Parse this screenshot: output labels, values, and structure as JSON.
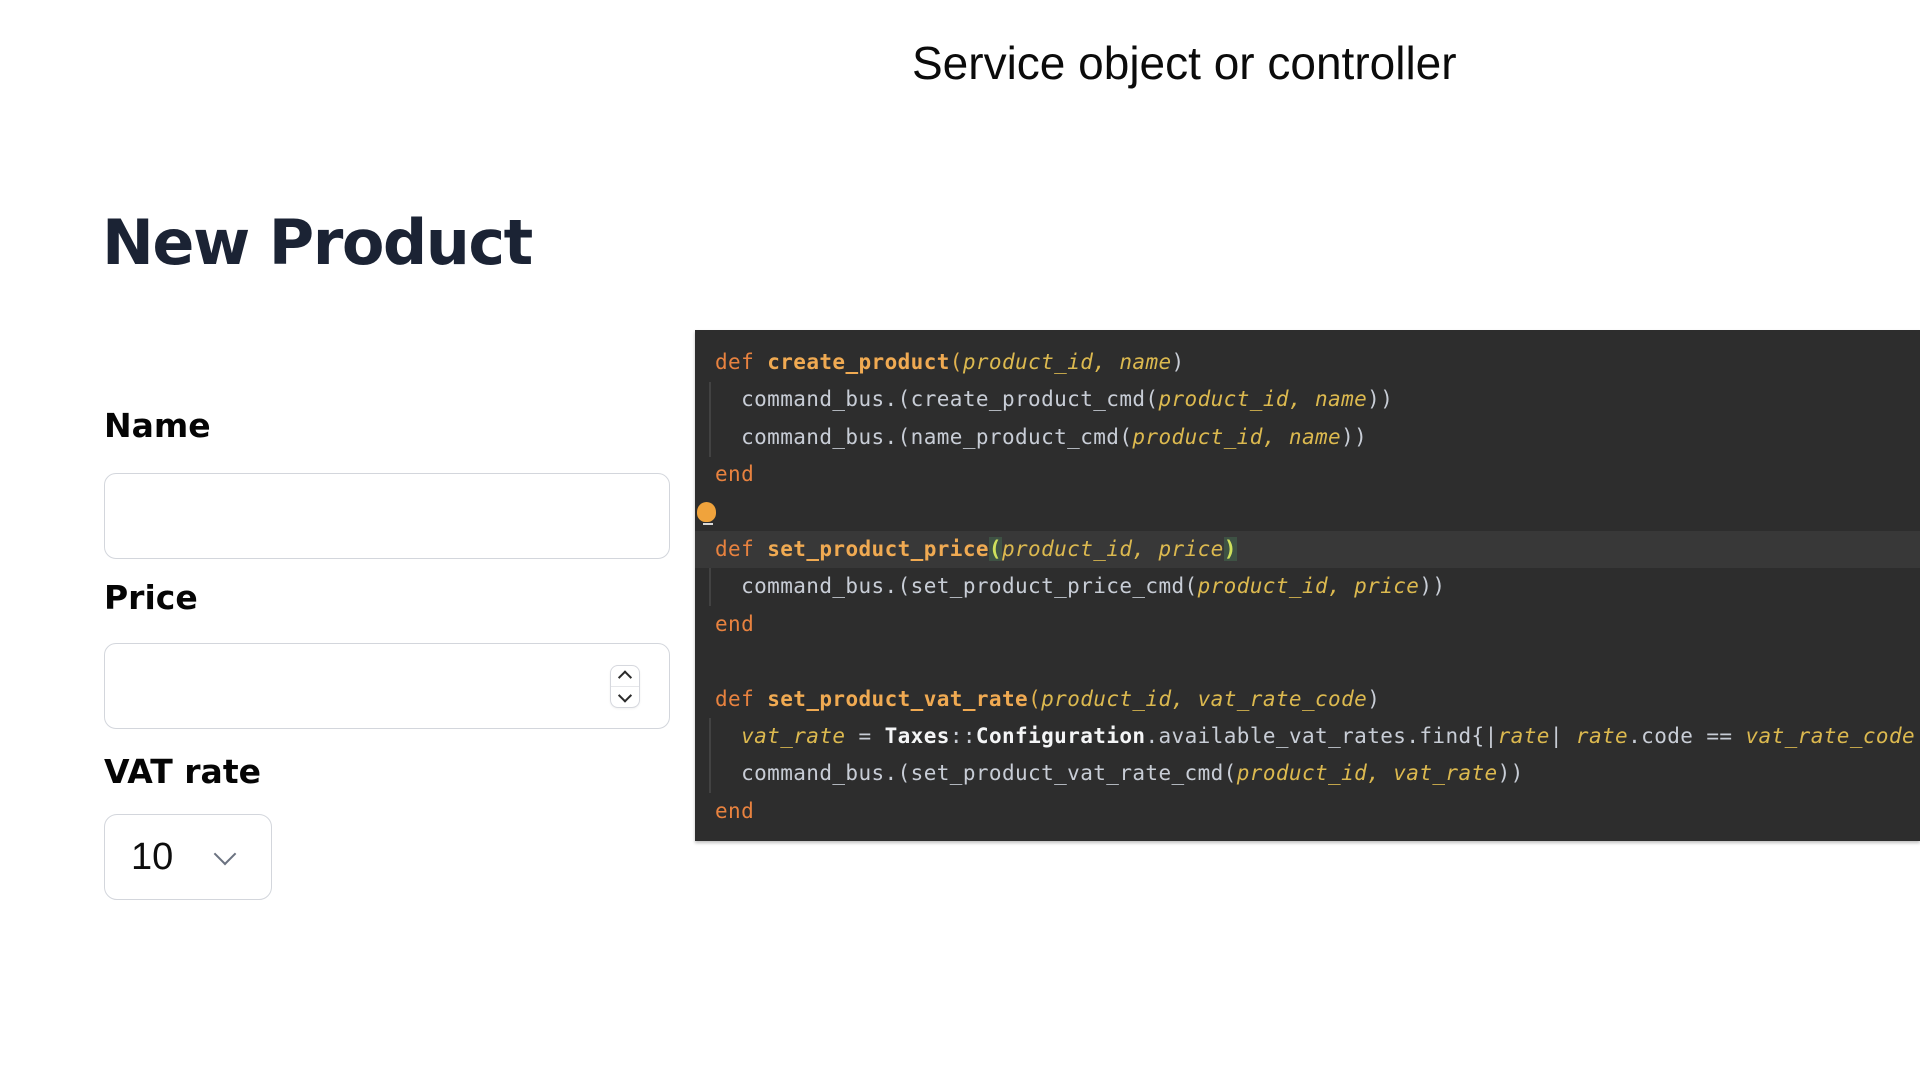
{
  "page": {
    "title": "Service object or controller"
  },
  "form": {
    "heading": "New Product",
    "name_field": {
      "label": "Name",
      "value": ""
    },
    "price_field": {
      "label": "Price",
      "value": ""
    },
    "vat_field": {
      "label": "VAT rate",
      "value": "10"
    }
  },
  "editor": {
    "language": "ruby",
    "colors": {
      "bg": "#2d2d2d",
      "current_line": "#383838",
      "keyword": "#e8823f",
      "method": "#f0aa52",
      "bracket": "#e0b14e",
      "param": "#dcb94f",
      "plain": "#c8cdd6",
      "class": "#f4f5f6",
      "match_fg": "#cfe05c",
      "match_bg": "#3e5244",
      "lightbulb": "#f0a33c"
    },
    "lines": [
      {
        "tokens": [
          {
            "t": "def ",
            "c": "kw"
          },
          {
            "t": "create_product",
            "c": "fn"
          },
          {
            "t": "(",
            "c": "brk"
          },
          {
            "t": "product_id, name",
            "c": "param"
          },
          {
            "t": ")",
            "c": "plain"
          }
        ]
      },
      {
        "tokens": [
          {
            "t": "  command_bus.(create_product_cmd(",
            "c": "plain"
          },
          {
            "t": "product_id, name",
            "c": "param"
          },
          {
            "t": "))",
            "c": "plain"
          }
        ]
      },
      {
        "tokens": [
          {
            "t": "  command_bus.(name_product_cmd(",
            "c": "plain"
          },
          {
            "t": "product_id, name",
            "c": "param"
          },
          {
            "t": "))",
            "c": "plain"
          }
        ]
      },
      {
        "tokens": [
          {
            "t": "end",
            "c": "kw"
          }
        ]
      },
      {
        "tokens": [],
        "bulb": true
      },
      {
        "highlight": true,
        "tokens": [
          {
            "t": "def ",
            "c": "kw"
          },
          {
            "t": "set_product_price",
            "c": "fn"
          },
          {
            "t": "(",
            "c": "match"
          },
          {
            "t": "product_id, price",
            "c": "param"
          },
          {
            "t": ")",
            "c": "match"
          }
        ]
      },
      {
        "tokens": [
          {
            "t": "  command_bus.(set_product_price_cmd(",
            "c": "plain"
          },
          {
            "t": "product_id, price",
            "c": "param"
          },
          {
            "t": "))",
            "c": "plain"
          }
        ]
      },
      {
        "tokens": [
          {
            "t": "end",
            "c": "kw"
          }
        ]
      },
      {
        "tokens": []
      },
      {
        "tokens": [
          {
            "t": "def ",
            "c": "kw"
          },
          {
            "t": "set_product_vat_rate",
            "c": "fn"
          },
          {
            "t": "(",
            "c": "brk"
          },
          {
            "t": "product_id, vat_rate_code",
            "c": "param"
          },
          {
            "t": ")",
            "c": "plain"
          }
        ]
      },
      {
        "tokens": [
          {
            "t": "  ",
            "c": "plain"
          },
          {
            "t": "vat_rate",
            "c": "param"
          },
          {
            "t": " = ",
            "c": "plain"
          },
          {
            "t": "Taxes",
            "c": "cls"
          },
          {
            "t": "::",
            "c": "plain"
          },
          {
            "t": "Configuration",
            "c": "cls"
          },
          {
            "t": ".available_vat_rates.find{|",
            "c": "plain"
          },
          {
            "t": "rate",
            "c": "param"
          },
          {
            "t": "| ",
            "c": "plain"
          },
          {
            "t": "rate",
            "c": "param"
          },
          {
            "t": ".code == ",
            "c": "plain"
          },
          {
            "t": "vat_rate_code",
            "c": "param"
          }
        ]
      },
      {
        "tokens": [
          {
            "t": "  command_bus.(set_product_vat_rate_cmd(",
            "c": "plain"
          },
          {
            "t": "product_id, vat_rate",
            "c": "param"
          },
          {
            "t": "))",
            "c": "plain"
          }
        ]
      },
      {
        "tokens": [
          {
            "t": "end",
            "c": "kw"
          }
        ]
      }
    ]
  }
}
